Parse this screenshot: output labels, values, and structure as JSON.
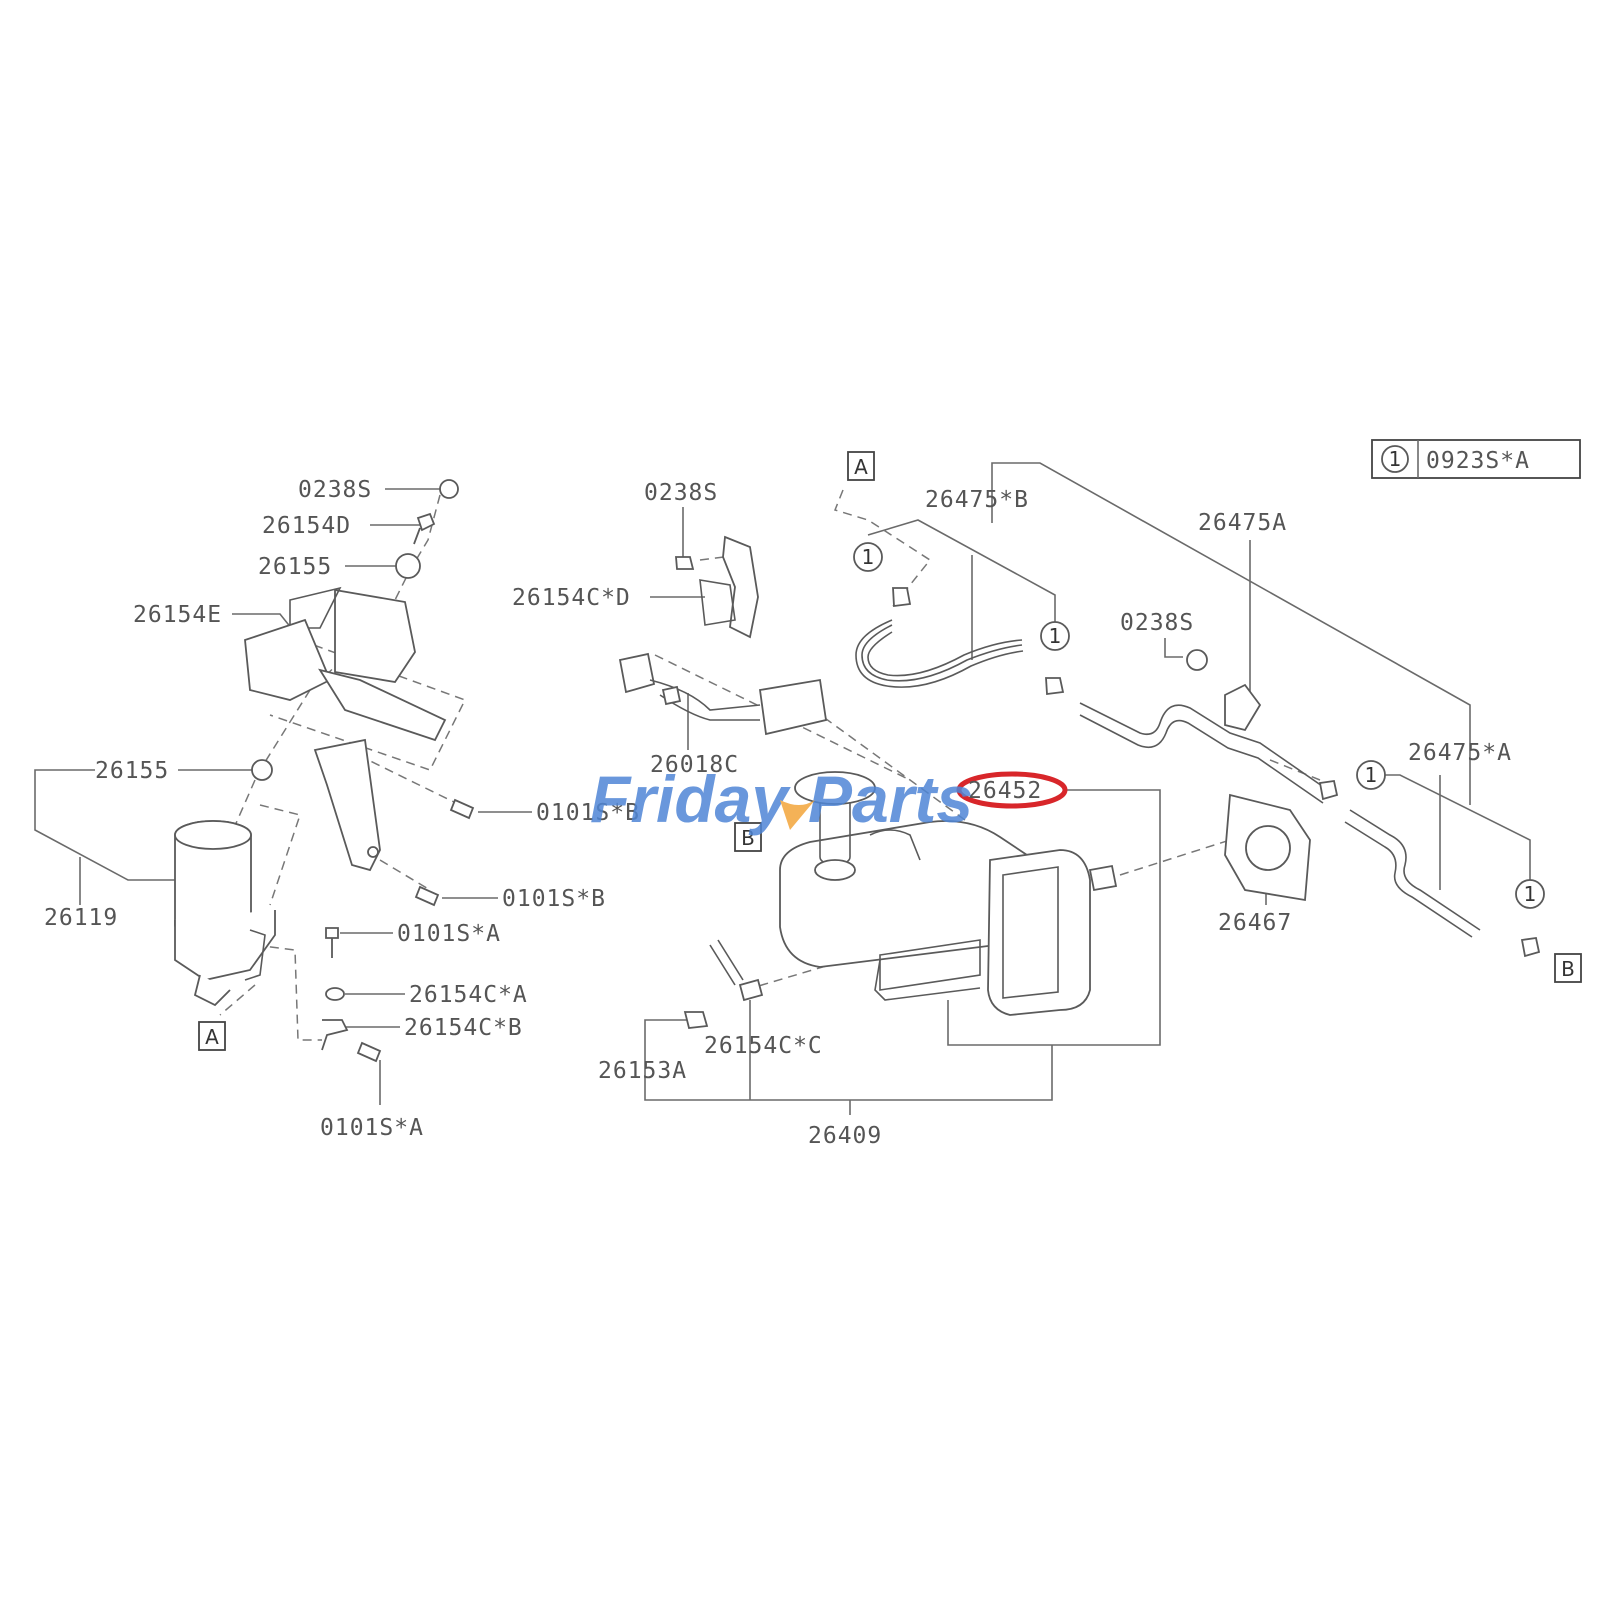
{
  "legend": {
    "symbol": "1",
    "code": "0923S*A"
  },
  "refs": {
    "a": "A",
    "b": "B",
    "one": "1"
  },
  "labels": {
    "l_0238s_1": "0238S",
    "l_26154d": "26154D",
    "l_26155_1": "26155",
    "l_26154e": "26154E",
    "l_26155_2": "26155",
    "l_26119": "26119",
    "l_0101sb_1": "0101S*B",
    "l_0101sb_2": "0101S*B",
    "l_0101sa_1": "0101S*A",
    "l_26154ca": "26154C*A",
    "l_26154cb": "26154C*B",
    "l_0101sa_2": "0101S*A",
    "l_0238s_2": "0238S",
    "l_26154cd": "26154C*D",
    "l_26018c": "26018C",
    "l_26452": "26452",
    "l_26475b": "26475*B",
    "l_26475a": "26475A",
    "l_0238s_3": "0238S",
    "l_26475sa": "26475*A",
    "l_26467": "26467",
    "l_26154cc": "26154C*C",
    "l_26153a": "26153A",
    "l_26409": "26409"
  },
  "watermark": {
    "part1": "Friday",
    "part2": "Parts",
    "color_blue": "#4f86d6",
    "color_orange": "#f3a53a"
  },
  "highlight_color": "#d8262a"
}
